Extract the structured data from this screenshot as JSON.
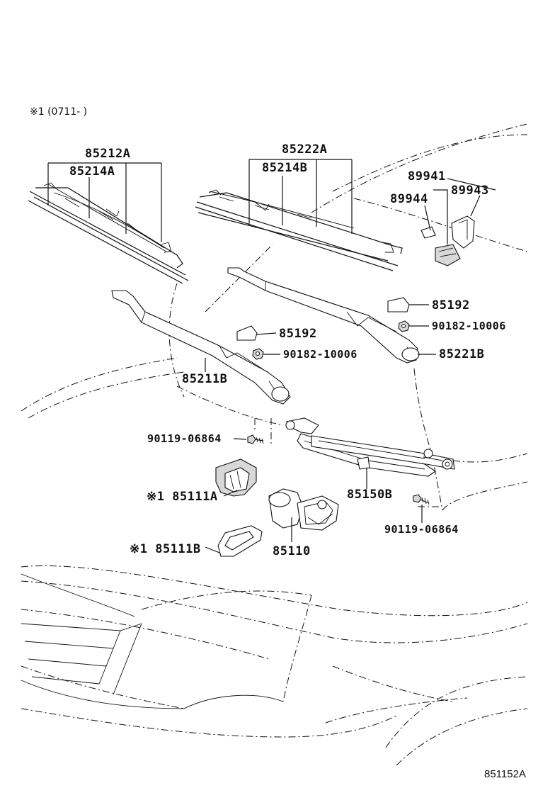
{
  "diagram": {
    "note": "※1 (0711-   )",
    "figure_code": "851152A",
    "labels": {
      "blade_set_left": "85212A",
      "blade_left": "85214A",
      "blade_set_right": "85222A",
      "blade_right": "85214B",
      "nozzle_assy": "89941",
      "nozzle_small": "89944",
      "nozzle_cover": "89943",
      "cap_right": "85192",
      "nut_right": "90182-10006",
      "arm_right": "85221B",
      "cap_left": "85192",
      "nut_left": "90182-10006",
      "arm_left": "85211B",
      "bolt_left": "90119-06864",
      "cover_a": "※1 85111A",
      "link_assy": "85150B",
      "motor": "85110",
      "cover_b": "※1 85111B",
      "bolt_right": "90119-06864"
    }
  }
}
